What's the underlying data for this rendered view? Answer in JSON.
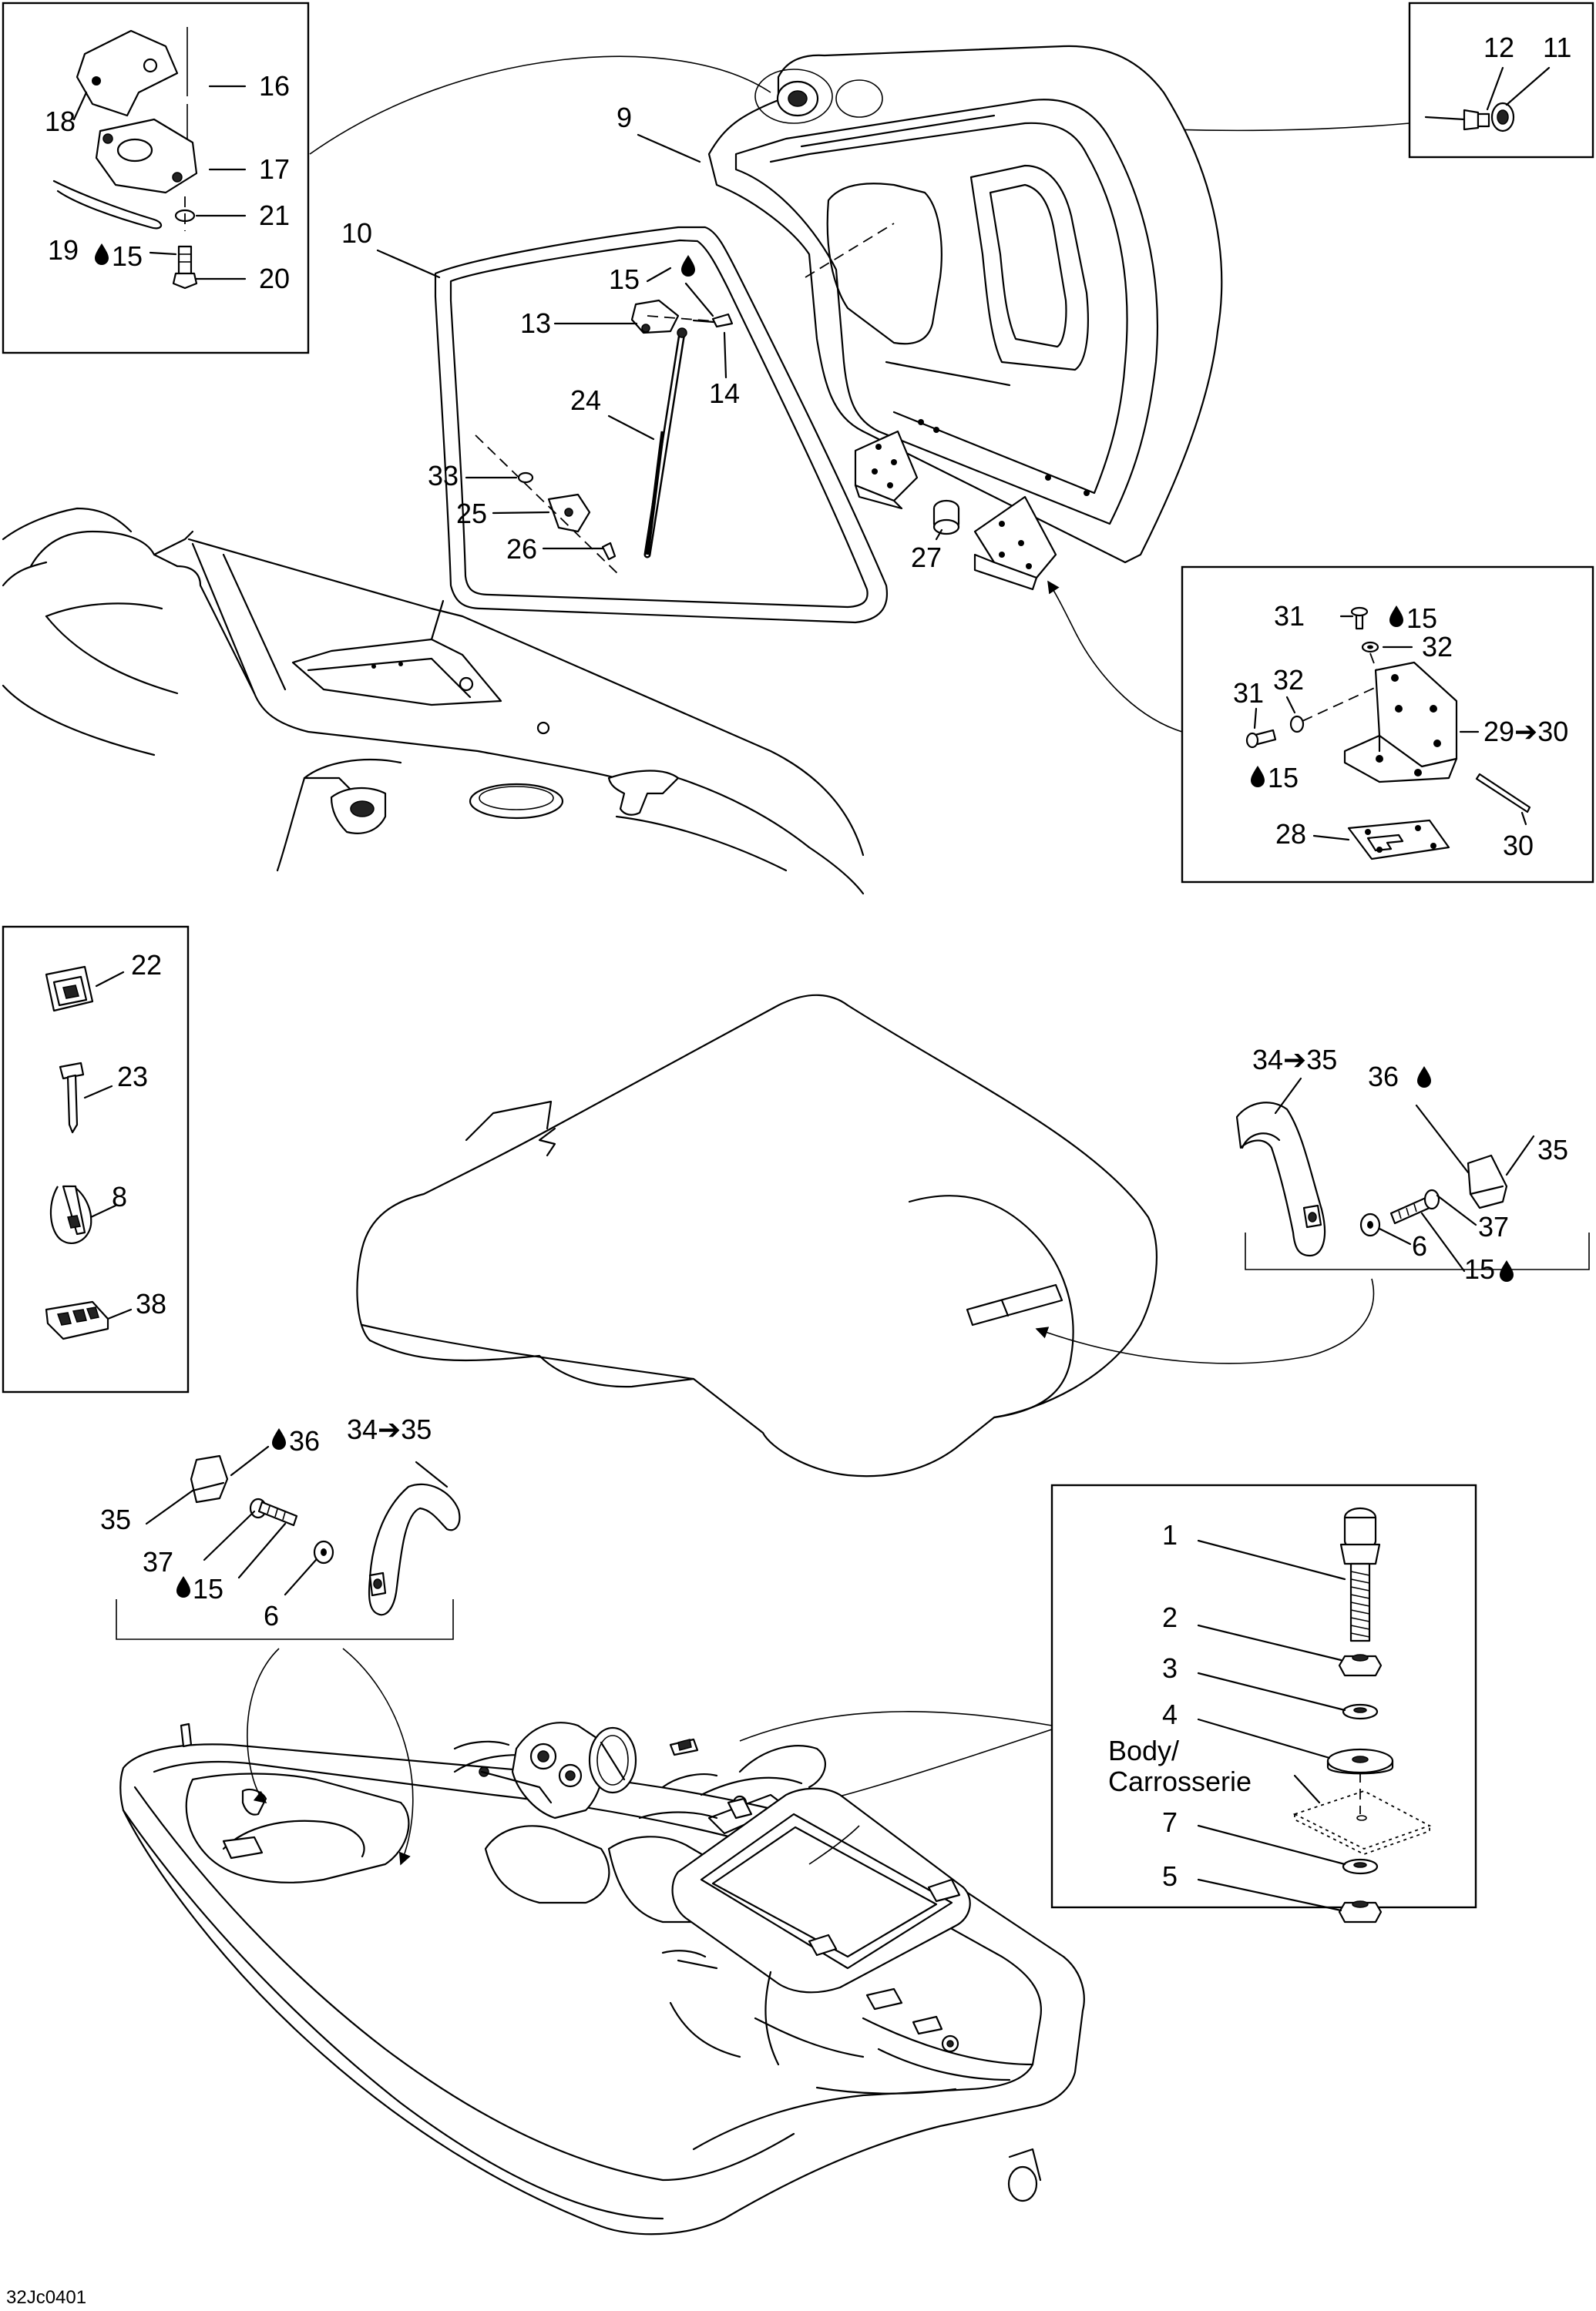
{
  "drawing_code": "32Jc0401",
  "body_label_line1": "Body/",
  "body_label_line2": "Carrosserie",
  "callouts": {
    "c1": "1",
    "c2": "2",
    "c3": "3",
    "c4": "4",
    "c5": "5",
    "c7": "7",
    "c6a": "6",
    "c6b": "6",
    "c8": "8",
    "c9": "9",
    "c10": "10",
    "c11": "11",
    "c12": "12",
    "c13": "13",
    "c14": "14",
    "c15a": "15",
    "c15b": "15",
    "c15c": "15",
    "c15d": "15",
    "c15e": "15",
    "c15f": "15",
    "c16": "16",
    "c17": "17",
    "c18": "18",
    "c19": "19",
    "c20": "20",
    "c21": "21",
    "c22": "22",
    "c23": "23",
    "c24": "24",
    "c25": "25",
    "c26": "26",
    "c27": "27",
    "c28": "28",
    "c29_30": "29➔30",
    "c30": "30",
    "c31a": "31",
    "c31b": "31",
    "c32a": "32",
    "c32b": "32",
    "c33": "33",
    "c34_35a": "34➔35",
    "c34_35b": "34➔35",
    "c35a": "35",
    "c35b": "35",
    "c36a": "36",
    "c36b": "36",
    "c37a": "37",
    "c37b": "37",
    "c38": "38"
  },
  "icons": {
    "adhesive": "adhesive-drop-icon",
    "replaced_by": "arrow-right-icon"
  },
  "colors": {
    "line": "#000000",
    "background": "#ffffff"
  }
}
